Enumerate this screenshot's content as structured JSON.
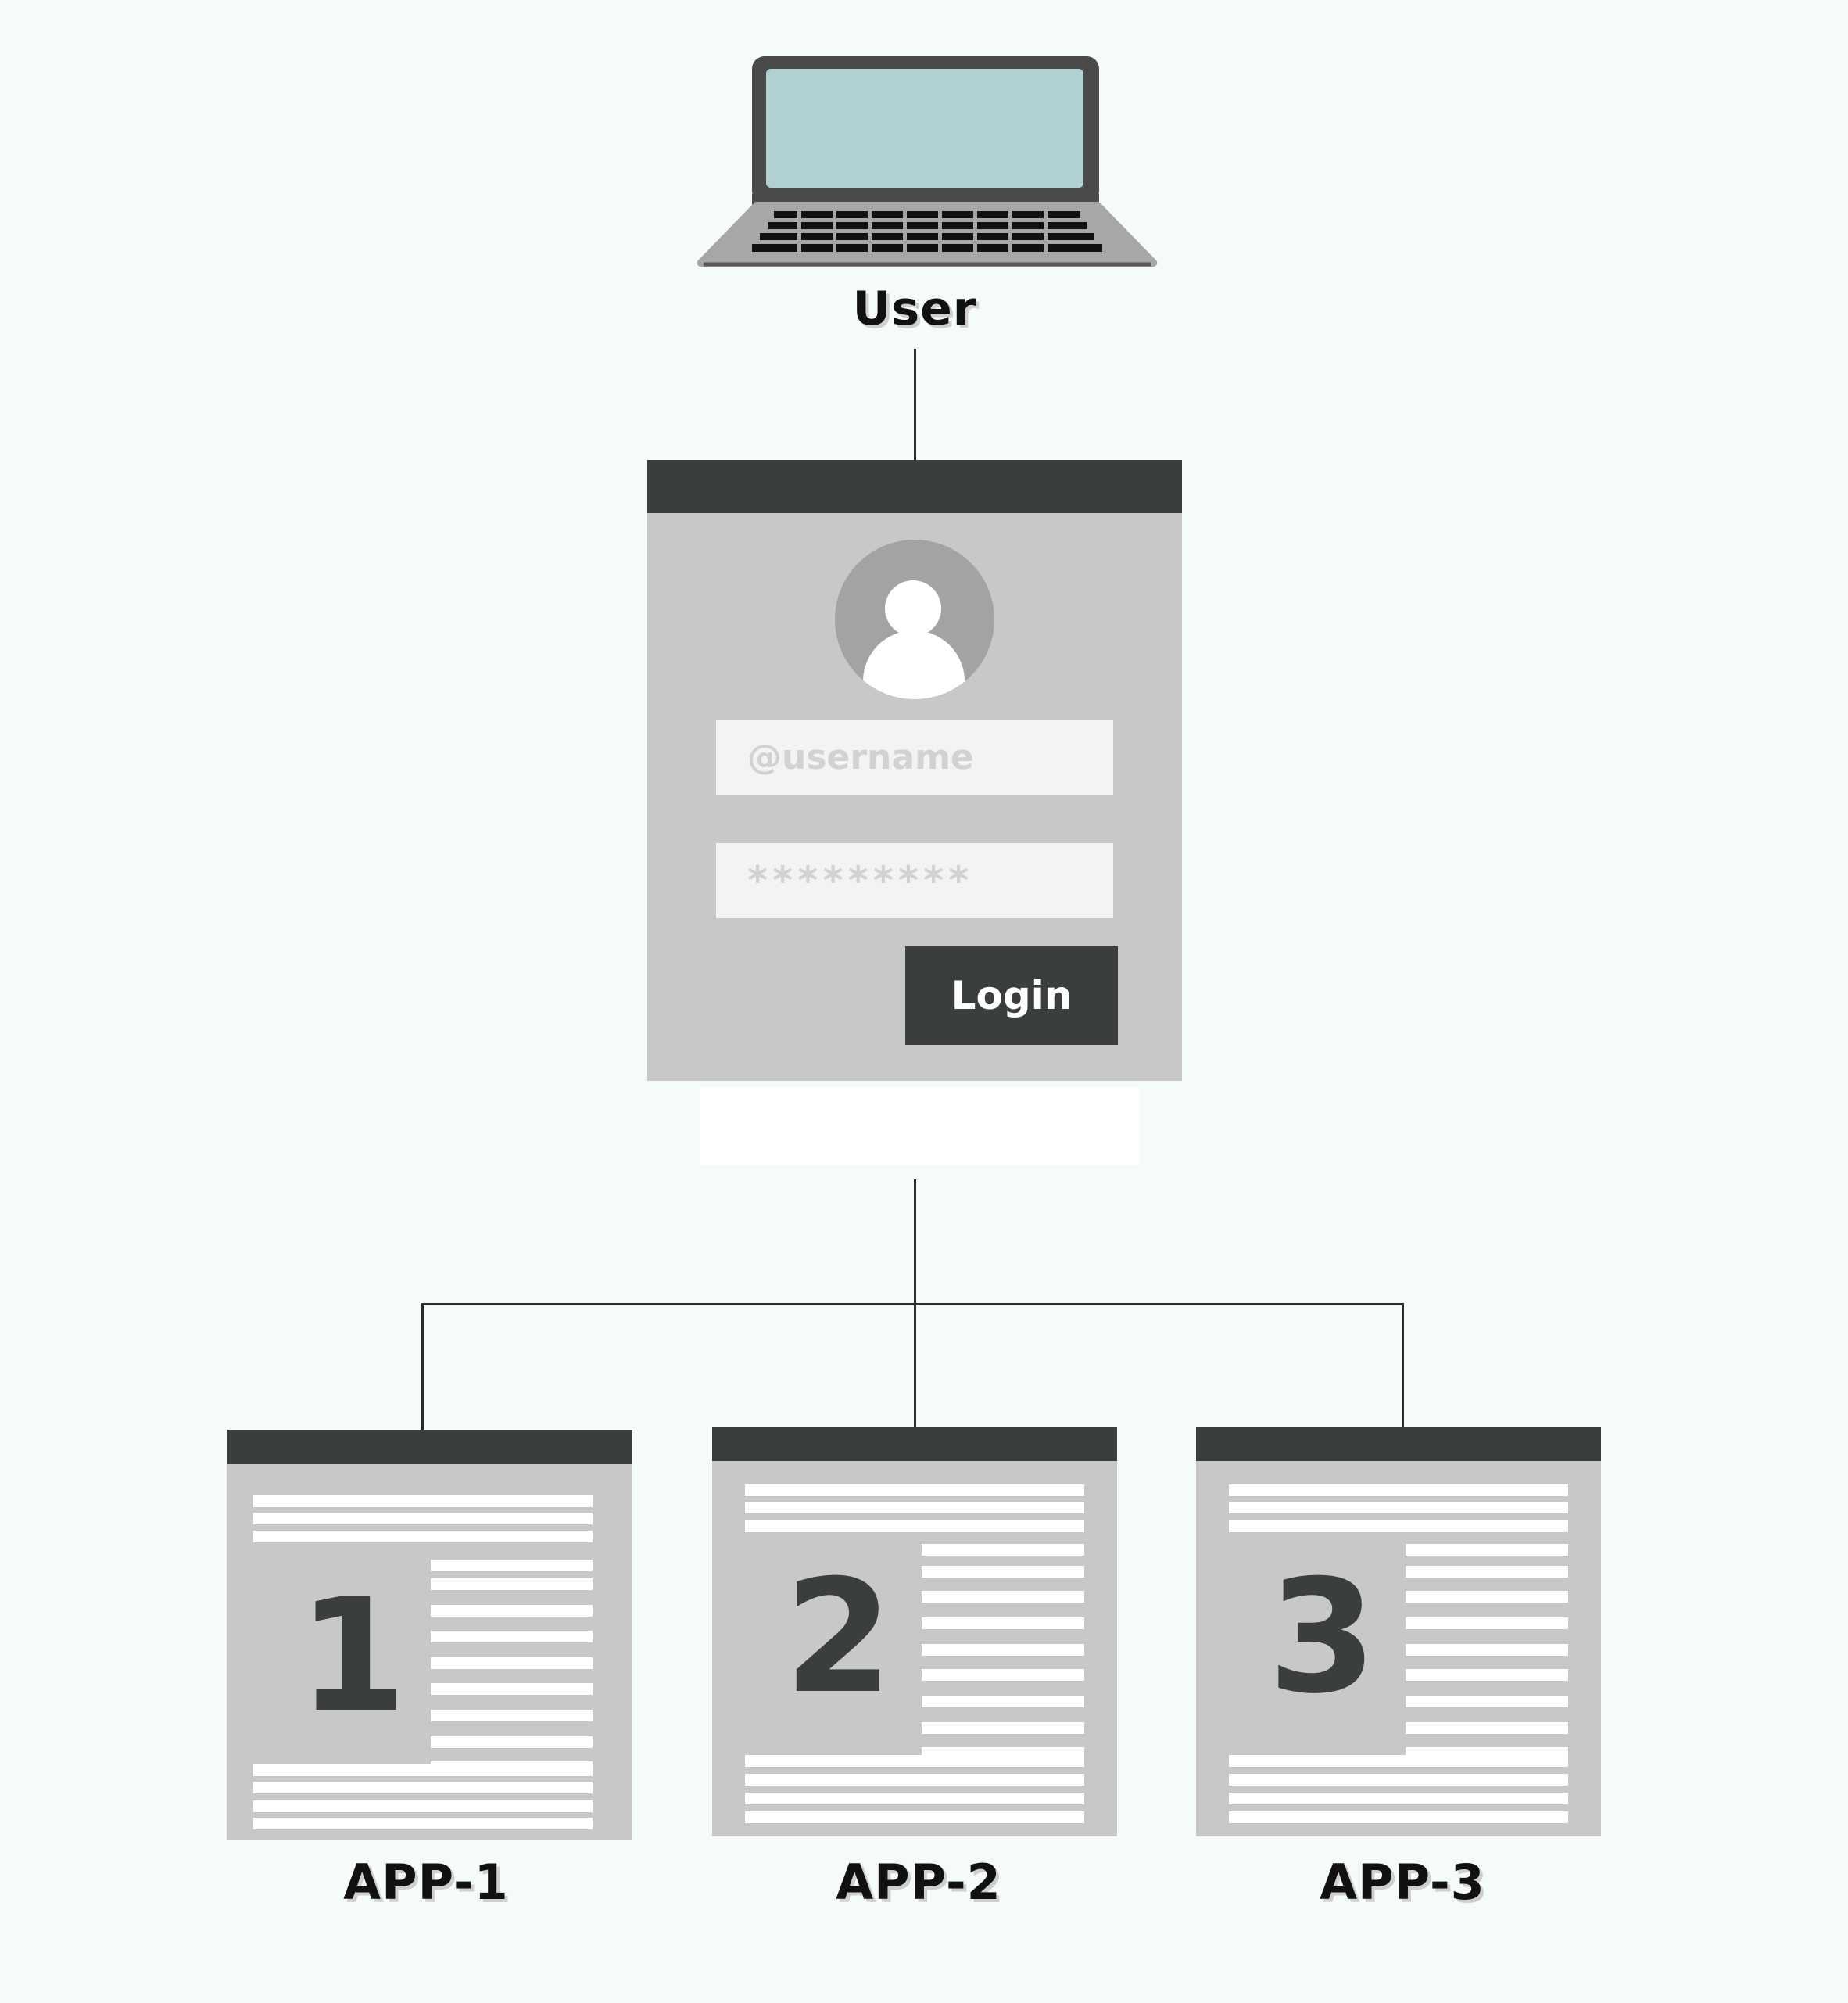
{
  "user": {
    "label": "User",
    "icon": "laptop-icon"
  },
  "login_window": {
    "username_placeholder": "@username",
    "password_placeholder": "*********",
    "login_label": "Login",
    "avatar_icon": "user-avatar-icon"
  },
  "apps": [
    {
      "number": "1",
      "label": "APP-1"
    },
    {
      "number": "2",
      "label": "APP-2"
    },
    {
      "number": "3",
      "label": "APP-3"
    }
  ],
  "colors": {
    "background": "#f5fafb",
    "window_gray": "#c8c8c8",
    "titlebar_dark": "#3a3f3c",
    "laptop_screen": "#b0d0d1",
    "avatar_gray": "#a3a3a3"
  }
}
